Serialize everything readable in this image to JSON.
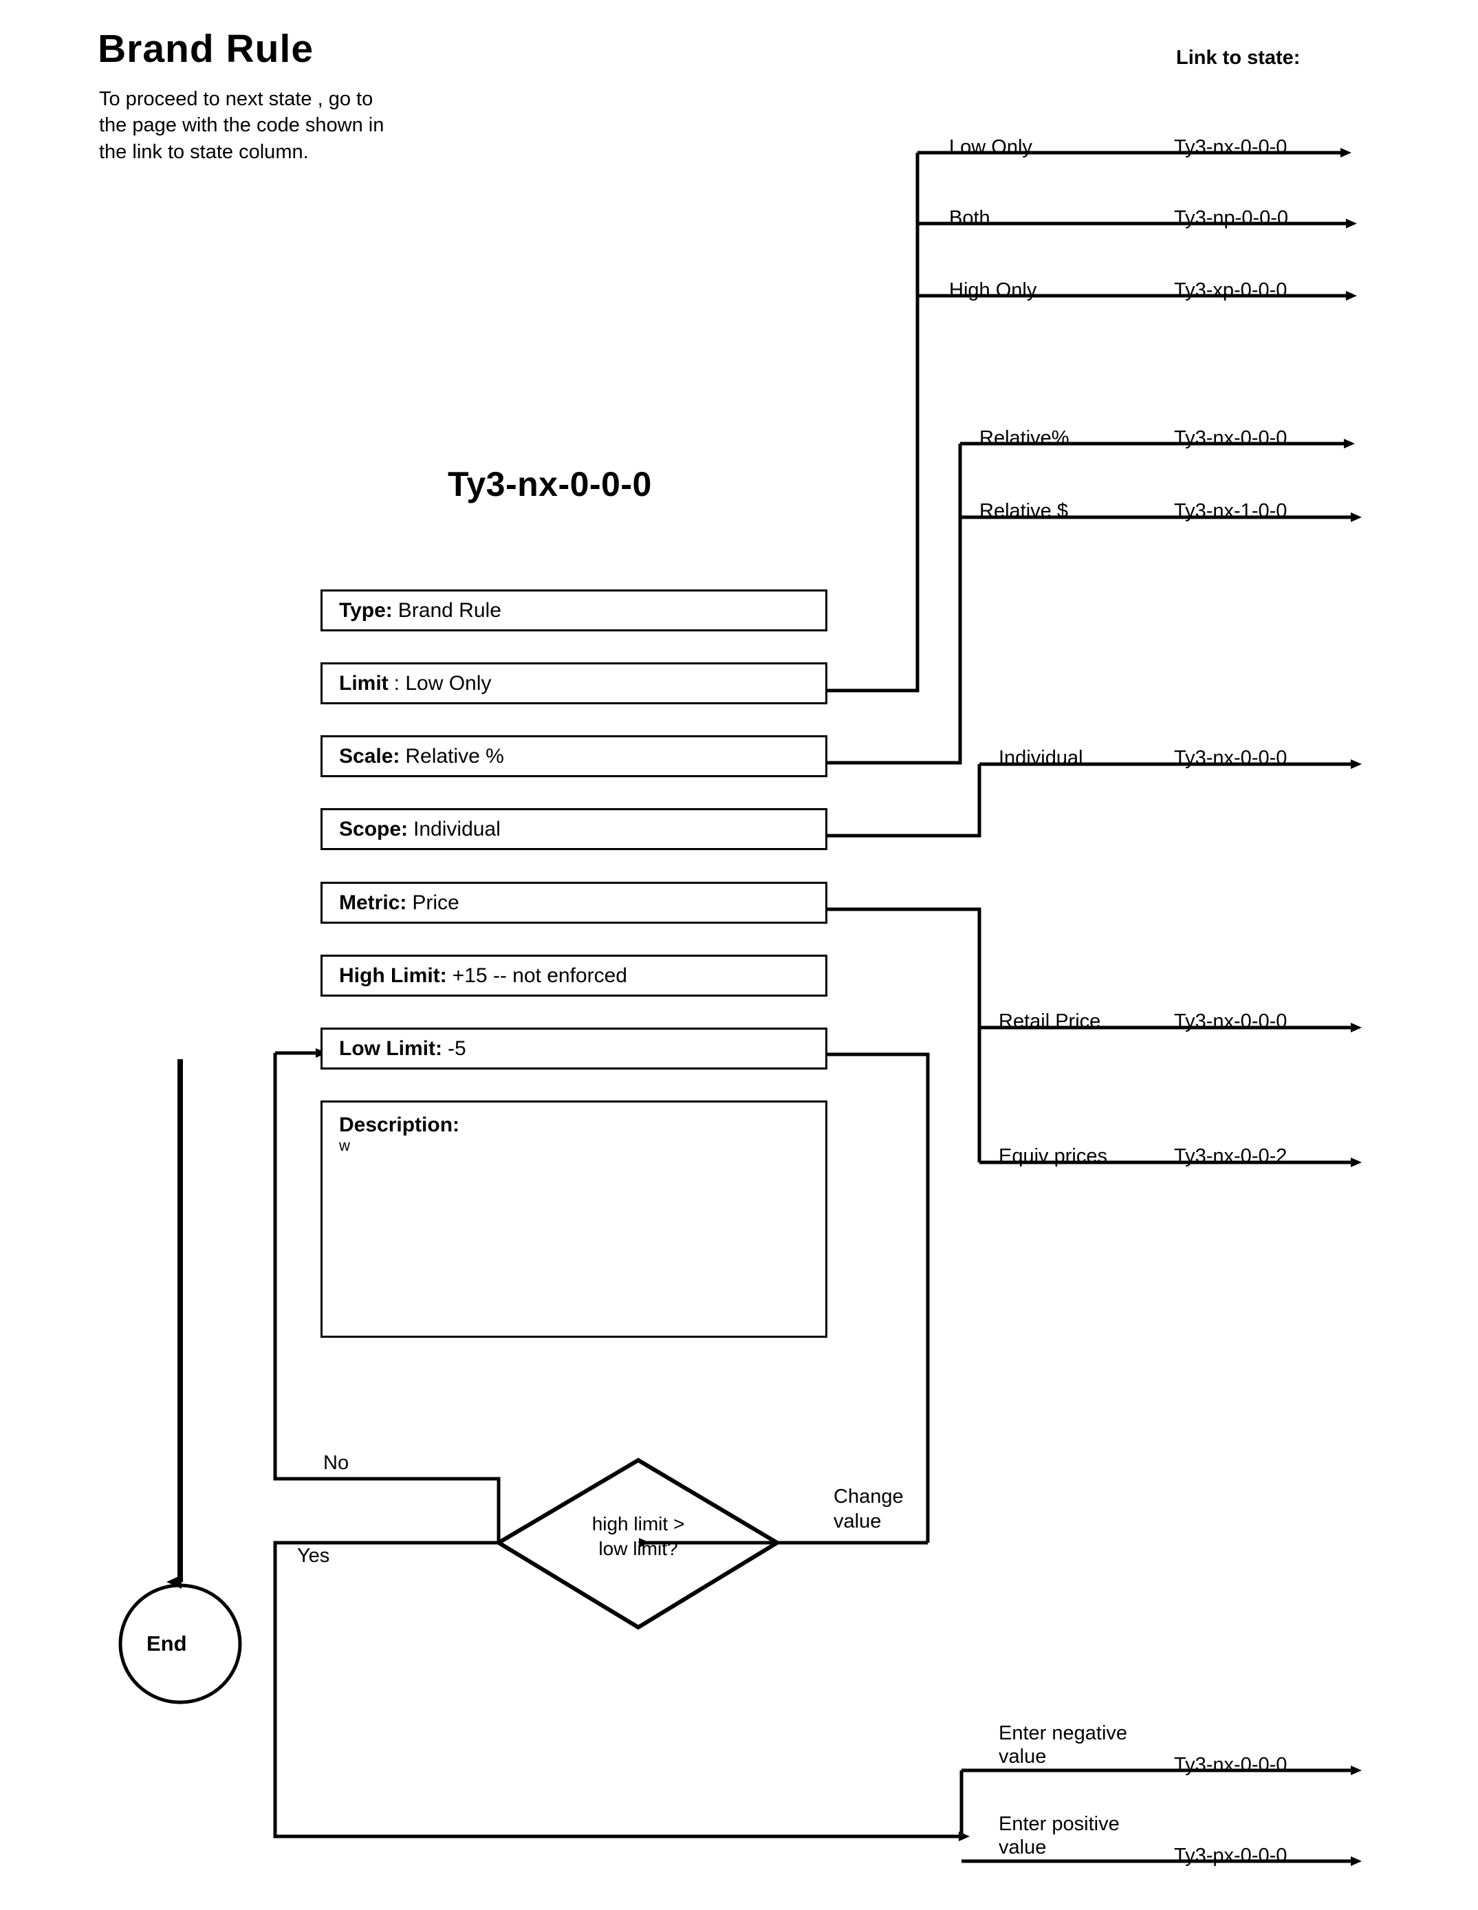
{
  "header": {
    "title": "Brand Rule",
    "intro": "To proceed to next state , go to the page with the code shown in the link to state column.",
    "link_column_heading": "Link to state:"
  },
  "state": {
    "code": "Ty3-nx-0-0-0"
  },
  "fields": [
    {
      "key": "Type:",
      "value": "Brand Rule"
    },
    {
      "key": "Limit",
      "value": ": Low Only"
    },
    {
      "key": "Scale:",
      "value": "Relative %"
    },
    {
      "key": "Scope:",
      "value": "Individual"
    },
    {
      "key": "Metric:",
      "value": "Price"
    },
    {
      "key": "High Limit:",
      "value": "+15  -- not enforced"
    },
    {
      "key": "Low Limit:",
      "value": "-5"
    }
  ],
  "description": {
    "key": "Description:",
    "value": "w"
  },
  "branches": {
    "limit": [
      {
        "label": "Low Only",
        "code": "Ty3-nx-0-0-0"
      },
      {
        "label": "Both",
        "code": "Ty3-np-0-0-0"
      },
      {
        "label": "High Only",
        "code": "Ty3-xp-0-0-0"
      }
    ],
    "scale": [
      {
        "label": "Relative%",
        "code": "Ty3-nx-0-0-0"
      },
      {
        "label": "Relative $",
        "code": "Ty3-nx-1-0-0"
      }
    ],
    "scope": [
      {
        "label": "Individual",
        "code": "Ty3-nx-0-0-0"
      }
    ],
    "metric": [
      {
        "label": "Retail Price",
        "code": "Ty3-nx-0-0-0"
      },
      {
        "label": "Equiv prices",
        "code": "Ty3-nx-0-0-2"
      }
    ],
    "limit_value": [
      {
        "label_line1": "Enter negative",
        "label_line2": "value",
        "code": "Ty3-nx-0-0-0"
      },
      {
        "label_line1": "Enter positive",
        "label_line2": "value",
        "code": "Ty3-px-0-0-0"
      }
    ]
  },
  "flow": {
    "decision_line1": "high limit >",
    "decision_line2": "low limit?",
    "no_label": "No",
    "yes_label": "Yes",
    "change_line1": "Change",
    "change_line2": "value",
    "end_label": "End"
  },
  "colors": {
    "ink": "#000000",
    "paper": "#ffffff"
  }
}
